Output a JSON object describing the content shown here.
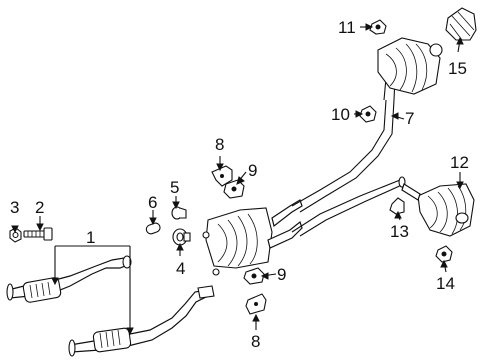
{
  "diagram": {
    "callouts": [
      {
        "id": "c1",
        "text": "1"
      },
      {
        "id": "c2",
        "text": "2"
      },
      {
        "id": "c3",
        "text": "3"
      },
      {
        "id": "c4",
        "text": "4"
      },
      {
        "id": "c5",
        "text": "5"
      },
      {
        "id": "c6",
        "text": "6"
      },
      {
        "id": "c7",
        "text": "7"
      },
      {
        "id": "c8a",
        "text": "8"
      },
      {
        "id": "c8b",
        "text": "8"
      },
      {
        "id": "c9a",
        "text": "9"
      },
      {
        "id": "c9b",
        "text": "9"
      },
      {
        "id": "c10",
        "text": "10"
      },
      {
        "id": "c11",
        "text": "11"
      },
      {
        "id": "c12",
        "text": "12"
      },
      {
        "id": "c13",
        "text": "13"
      },
      {
        "id": "c14",
        "text": "14"
      },
      {
        "id": "c15",
        "text": "15"
      }
    ]
  }
}
